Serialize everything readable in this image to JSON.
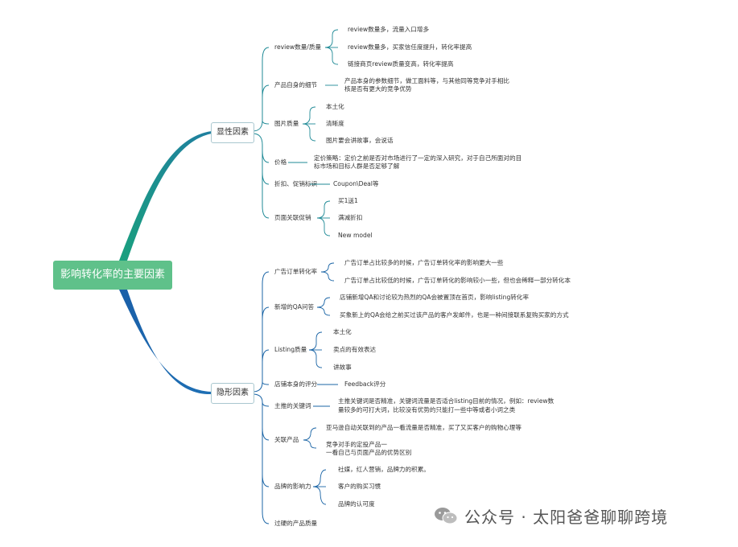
{
  "root": "影响转化率的主要因素",
  "explicit": {
    "label": "显性因素",
    "groups": [
      {
        "label": "review数量/质量",
        "items": [
          "review数量多，流量入口增多",
          "review数量多，买家信任度提升，转化率提高",
          "链接商页review质量变高，转化率提高"
        ]
      },
      {
        "label": "产品自身的细节",
        "items": [
          "产品本身的参数细节，做工面料等，与其他同等竞争对手相比",
          "核是否有更大的竞争优势"
        ]
      },
      {
        "label": "图片质量",
        "items": [
          "本土化",
          "清晰度",
          "图片要会讲故事，会说话"
        ]
      },
      {
        "label": "价格",
        "items": [
          "定价策略：定价之前是否对市场进行了一定的深入研究，对于自己所面对的目",
          "标市场和目标人群是否足够了解"
        ]
      },
      {
        "label": "折扣、促销标识",
        "items": [
          "Coupon\\Deal等"
        ]
      },
      {
        "label": "页面关联促销",
        "items": [
          "买1送1",
          "满减折扣",
          "New model"
        ]
      }
    ]
  },
  "implicit": {
    "label": "隐形因素",
    "groups": [
      {
        "label": "广告订单转化率",
        "items": [
          "广告订单占比较多的时候，广告订单转化率的影响更大一些",
          "广告订单占比较低的时候，广告订单转化的影响较小一些，但也会稀释一部分转化本"
        ]
      },
      {
        "label": "新增的QA问答",
        "items": [
          "店铺新增QA和讨论较为热烈的QA会被置顶在首页，影响listing转化率",
          "买象新上的QA会给之前买过该产品的客户发邮件，也是一种间接联系复购买家的方式"
        ]
      },
      {
        "label": "Listing质量",
        "items": [
          "本土化",
          "卖点的有效表达",
          "讲故事"
        ]
      },
      {
        "label": "店铺本身的评分",
        "items": [
          "Feedback评分"
        ]
      },
      {
        "label": "主推的关键词",
        "items": [
          "主推关键词是否精准，关键词流量是否适合listing目前的情况，例如：review数",
          "量较多的可打大词，比较没有优势的只能打一些中等或者小词之类"
        ]
      },
      {
        "label": "关联产品",
        "items": [
          "亚马逊自动关联到的产品一看流量是否精准，买了又买客户的购物心理等",
          "竞争对手的定投产品一",
          "一看自己与页面产品的优势区别"
        ]
      },
      {
        "label": "品牌的影响力",
        "items": [
          "社媒，红人营销，品牌力的积累。",
          "客户的购买习惯",
          "品牌的认可度"
        ]
      },
      {
        "label": "过硬的产品质量",
        "items": []
      }
    ]
  },
  "watermark": "公众号 · 太阳爸爸聊聊跨境",
  "colors": {
    "root": "#5fc18a",
    "branch_top": "#1f8f96",
    "branch_bottom": "#1b5fa8",
    "sub_line": "#1f8a96",
    "leaf_line": "#1b65a6"
  }
}
